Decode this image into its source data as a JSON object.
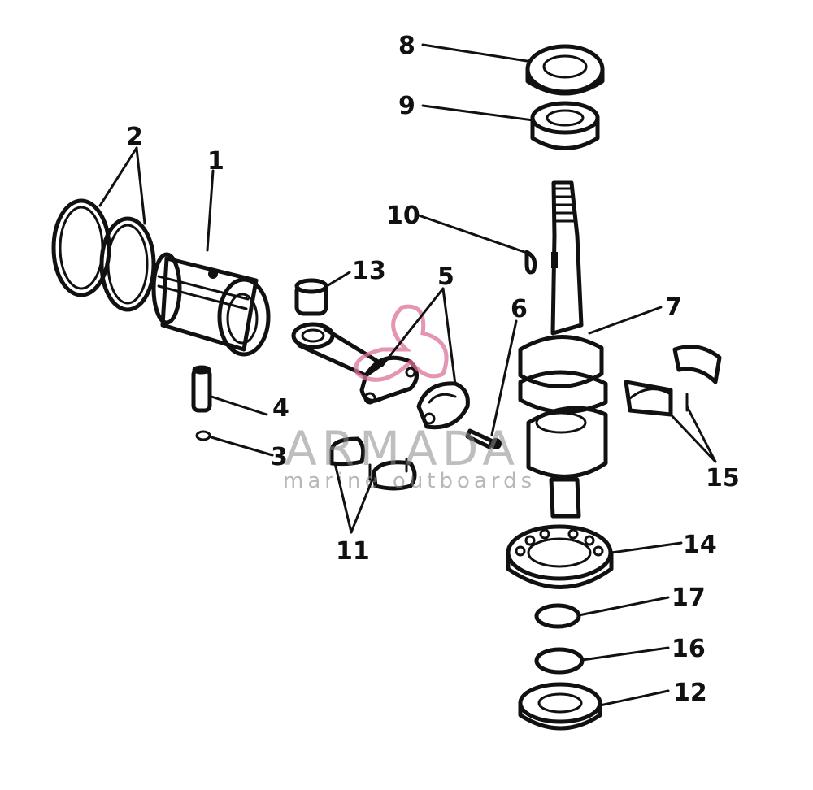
{
  "watermark": {
    "brand": "ARMADA",
    "tagline": "marine outboards",
    "accent_color": "#d9729a"
  },
  "callouts": {
    "c1": "1",
    "c2": "2",
    "c3": "3",
    "c4": "4",
    "c5": "5",
    "c6": "6",
    "c7": "7",
    "c8": "8",
    "c9": "9",
    "c10": "10",
    "c11": "11",
    "c12": "12",
    "c13": "13",
    "c14": "14",
    "c15": "15",
    "c16": "16",
    "c17": "17"
  }
}
